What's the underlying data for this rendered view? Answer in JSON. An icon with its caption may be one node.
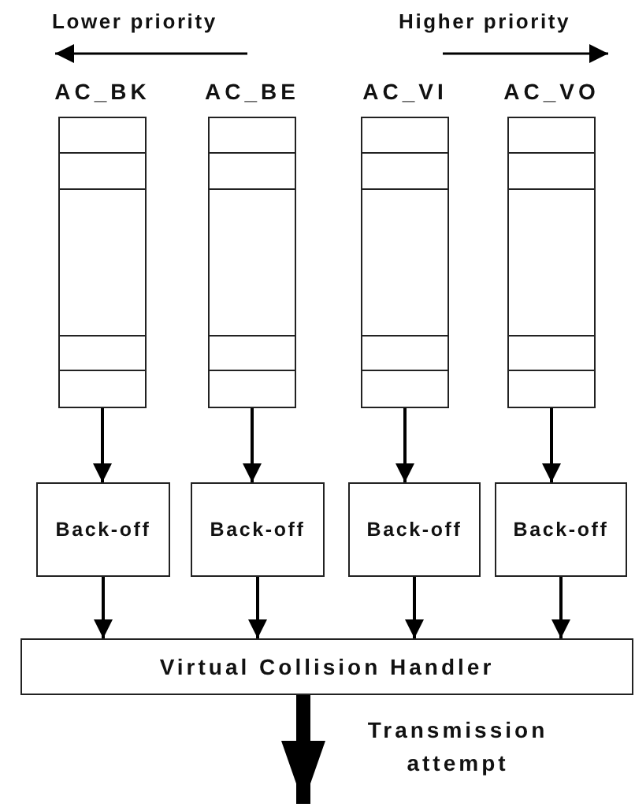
{
  "diagram": {
    "nodes": [
      {
        "text": [
          "AC_BK"
        ]
      },
      {
        "text": [
          "AC_BE"
        ]
      },
      {
        "text": [
          "AC_VI"
        ]
      },
      {
        "text": [
          "AC_VO"
        ]
      },
      {
        "text": [
          "Back-off"
        ]
      },
      {
        "text": [
          "Back-off"
        ]
      },
      {
        "text": [
          "Back-off"
        ]
      },
      {
        "text": [
          "Back-off"
        ]
      },
      {
        "text": [
          "Virtual Collision Handler"
        ]
      }
    ],
    "edges": [
      {
        "from": 0,
        "to": 4,
        "arrow": "to"
      },
      {
        "from": 1,
        "to": 5,
        "arrow": "to"
      },
      {
        "from": 2,
        "to": 6,
        "arrow": "to"
      },
      {
        "from": 3,
        "to": 7,
        "arrow": "to"
      },
      {
        "from": 4,
        "to": 8,
        "arrow": "to"
      },
      {
        "from": 5,
        "to": 8,
        "arrow": "to"
      },
      {
        "from": 6,
        "to": 8,
        "arrow": "to"
      },
      {
        "from": 7,
        "to": 8,
        "arrow": "to"
      },
      {
        "from": 8,
        "to": null,
        "arrow": "to",
        "style": "thick",
        "label": "Transmission attempt"
      }
    ],
    "labels": [
      "Lower priority",
      "Higher priority"
    ]
  }
}
